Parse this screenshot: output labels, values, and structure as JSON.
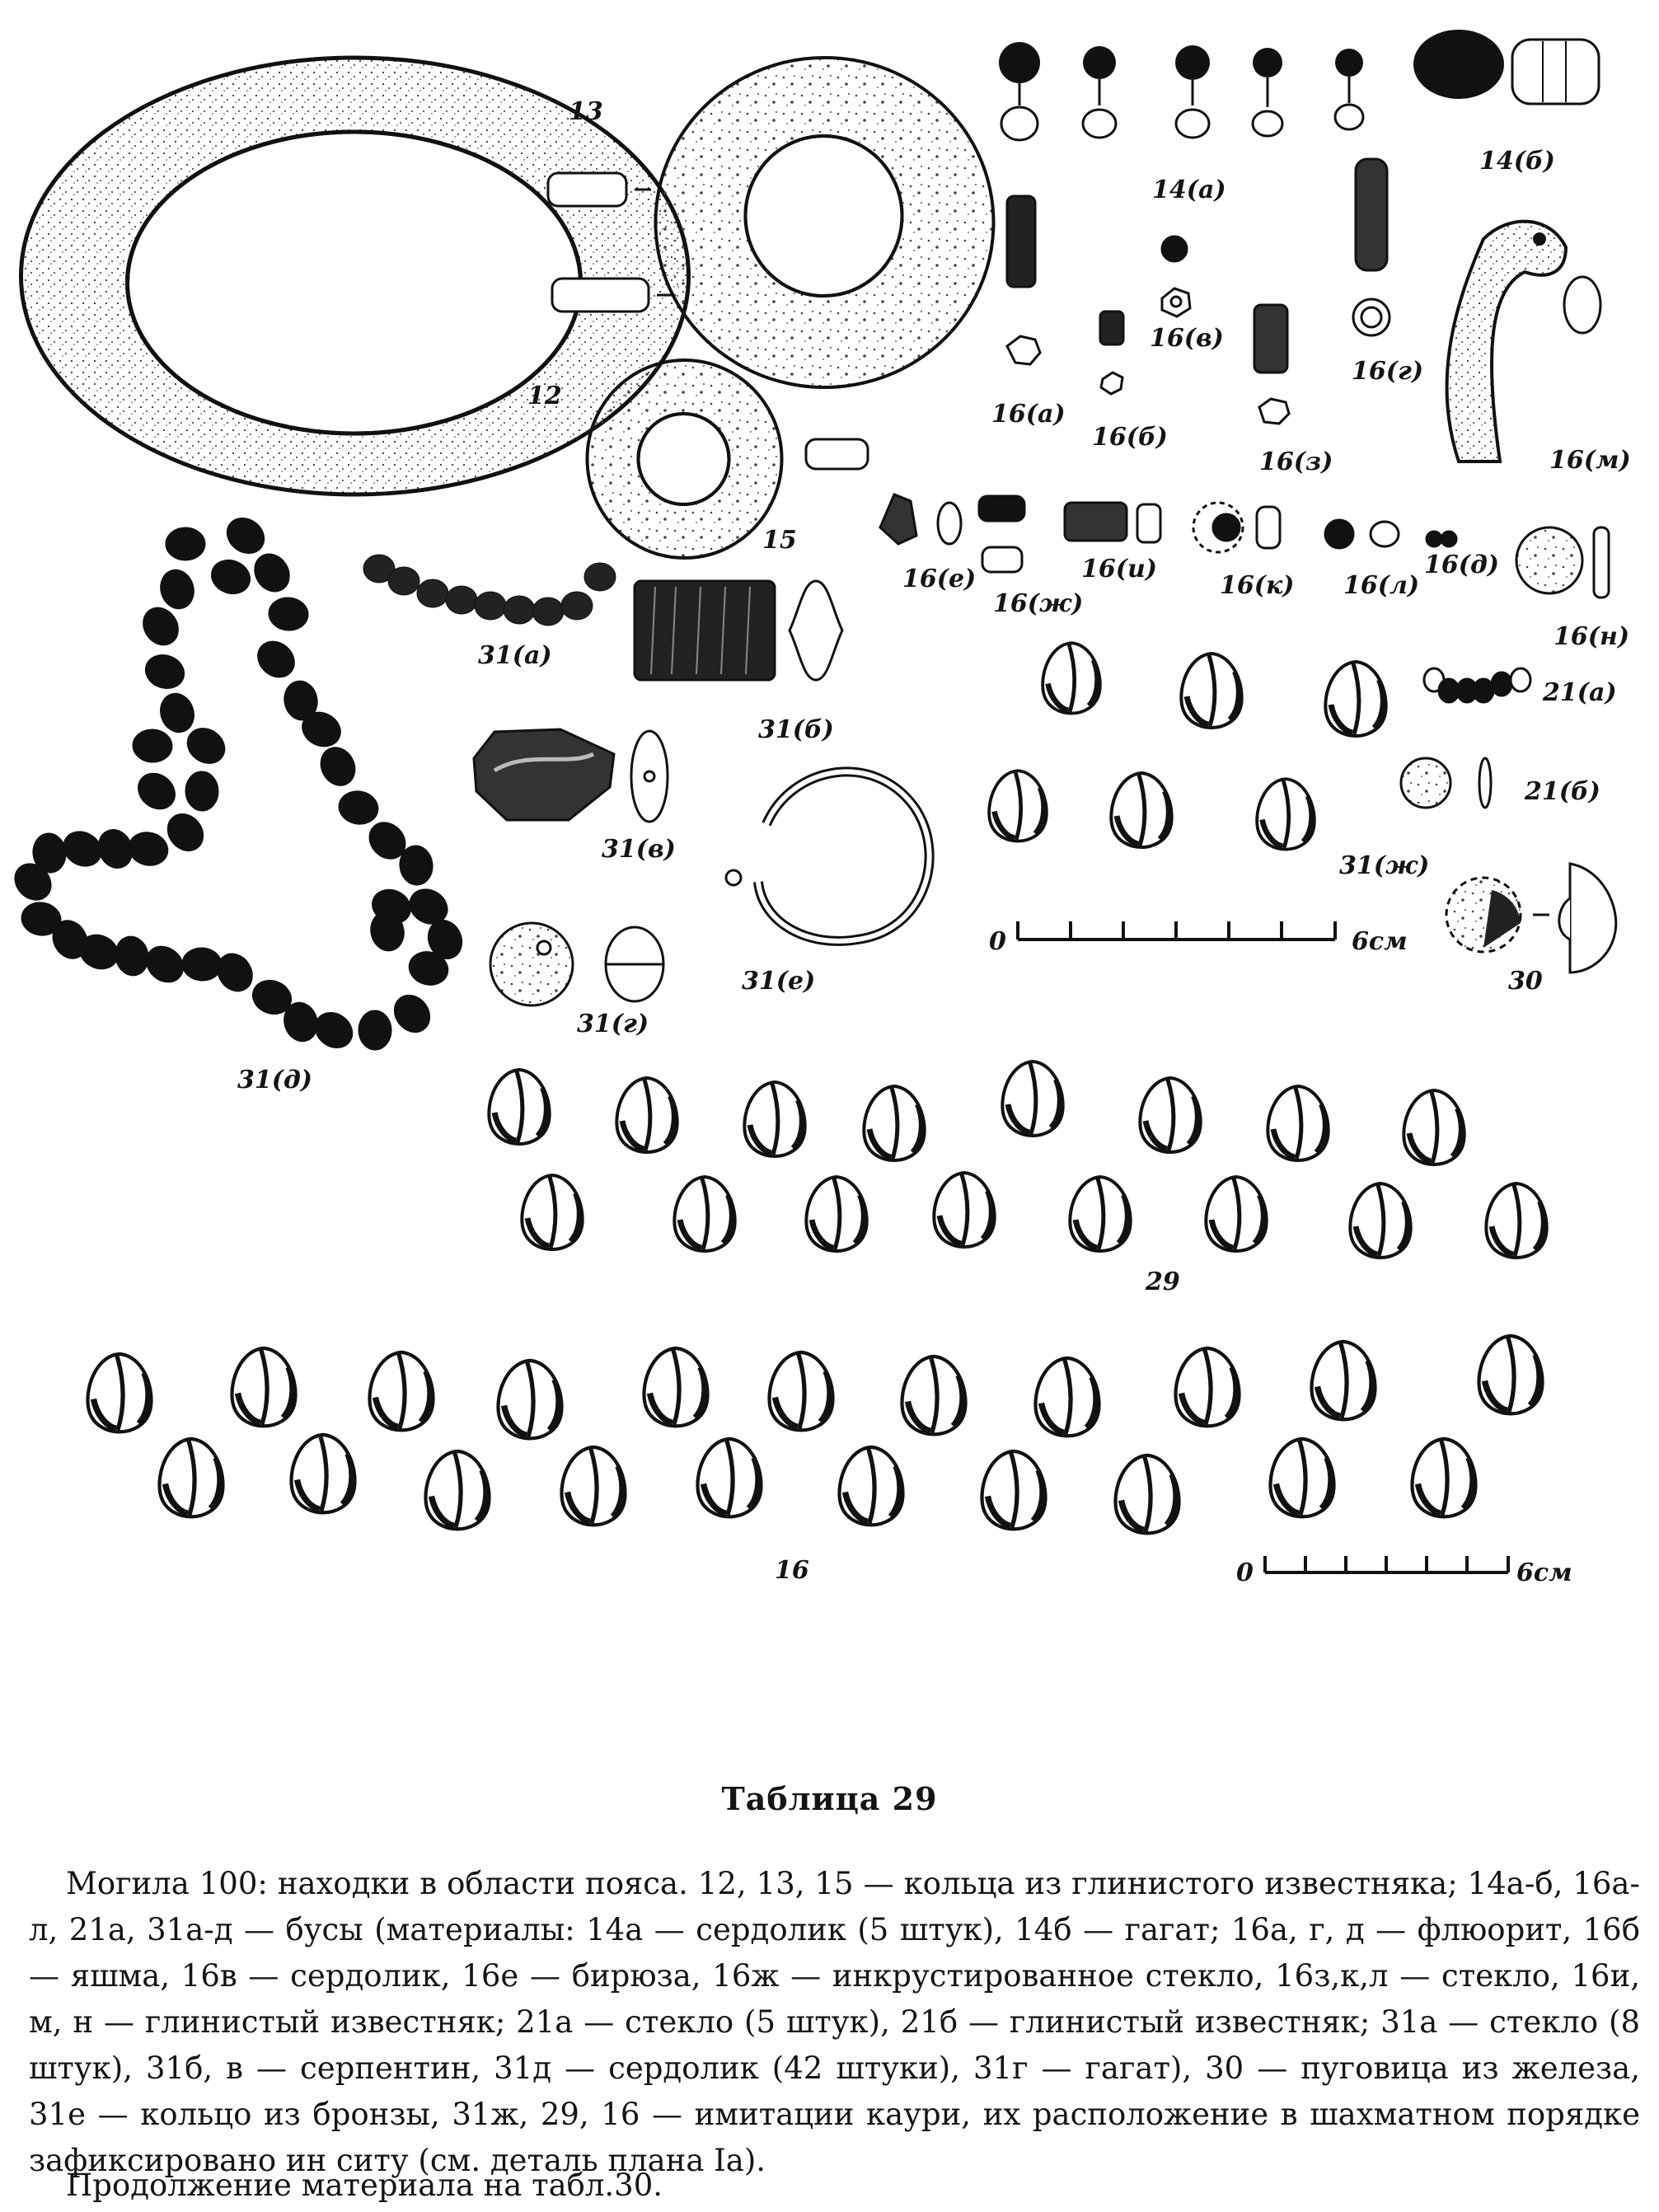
{
  "figure": {
    "labels": {
      "l13": "13",
      "l12": "12",
      "l14a": "14(а)",
      "l14b": "14(б)",
      "l15": "15",
      "l16a": "16(а)",
      "l16b": "16(б)",
      "l16v": "16(в)",
      "l16g": "16(г)",
      "l16d": "16(д)",
      "l16e": "16(е)",
      "l16zh": "16(ж)",
      "l16z": "16(з)",
      "l16i": "16(и)",
      "l16k": "16(к)",
      "l16l": "16(л)",
      "l16m": "16(м)",
      "l16n": "16(н)",
      "l21a": "21(а)",
      "l21b": "21(б)",
      "l31a": "31(а)",
      "l31b": "31(б)",
      "l31v": "31(в)",
      "l31g": "31(г)",
      "l31d": "31(д)",
      "l31e": "31(е)",
      "l31zh": "31(ж)",
      "l30": "30",
      "l29": "29",
      "l16": "16"
    },
    "scale_top": {
      "zero": "0",
      "unit": "6см"
    },
    "scale_bottom": {
      "zero": "0",
      "unit": "6см"
    }
  },
  "caption": {
    "title": "Таблица 29",
    "body": "Могила 100: находки в области пояса. 12, 13, 15 — кольца из глинистого известняка; 14а-б, 16а-л, 21а, 31а-д — бусы (материалы: 14а — сердолик (5 штук), 14б — гагат; 16а, г, д — флюорит, 16б — яшма, 16в — сердолик, 16е — бирюза, 16ж — инкрустированное стекло, 16з,к,л — стекло, 16и, м, н — глинистый известняк; 21а — стекло (5 штук), 21б — глинистый известняк; 31а — стекло (8 штук), 31б, в — серпентин, 31д — сердолик (42 штуки), 31г — гагат), 30 — пуговица из железа, 31е — кольцо из бронзы, 31ж, 29, 16 — имитации каури, их расположение в шахматном порядке зафиксировано ин ситу (см. деталь плана Iа).",
    "continuation": "Продолжение материала на табл.30."
  }
}
